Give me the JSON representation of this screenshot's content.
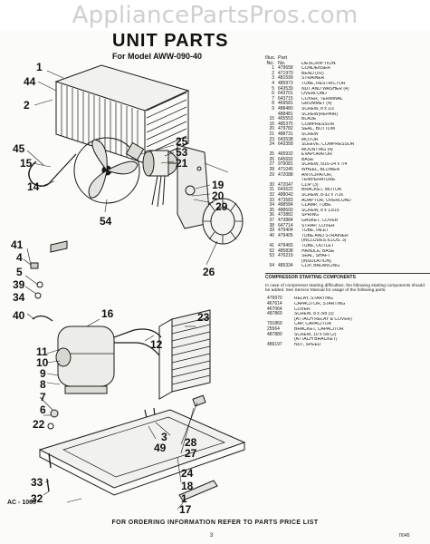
{
  "watermark": "AppliancePartsPros.com",
  "title": "UNIT PARTS",
  "subtitle": "For Model AWW-090-40",
  "table": {
    "header_line1": [
      "Illus.",
      "Part"
    ],
    "header_line2": [
      "No.",
      "No.",
      "DESCRIPTION"
    ],
    "rows": [
      [
        "1",
        "479658",
        "CONDENSER"
      ],
      [
        "2",
        "471970",
        "BEND (5V)"
      ],
      [
        "3",
        "481599",
        "STRAINER"
      ],
      [
        "4",
        "485973",
        "TUBE, RESTRICTOR"
      ],
      [
        "5",
        "643539",
        "NUT AND WASHER (4)"
      ],
      [
        "6",
        "643701",
        "OVERLOAD"
      ],
      [
        "7",
        "643715",
        "COVER, TERMINAL"
      ],
      [
        "8",
        "469581",
        "GROMMET (4)"
      ],
      [
        "9",
        "488480",
        "SCREW, 8 x 1/2"
      ],
      [
        "",
        "488481",
        "SCREW(REPAIR)"
      ],
      [
        "15",
        "465553",
        "BLADE"
      ],
      [
        "16",
        "485375",
        "COMPRESSOR"
      ],
      [
        "20",
        "479782",
        "SEAL, BOTTOM"
      ],
      [
        "21",
        "488731",
        "SCREW"
      ],
      [
        "23",
        "643538",
        "MOTOR"
      ],
      [
        "24",
        "643358",
        "SLEEVE, COMPRESSOR"
      ],
      [
        "",
        "",
        "MOUNTING (4)"
      ],
      [
        "25",
        "465932",
        "EVAPORATOR"
      ],
      [
        "26",
        "645692",
        "BASE"
      ],
      [
        "27",
        "979081",
        "SCREW, 5/16-24 x 7/4"
      ],
      [
        "28",
        "471045",
        "WHEEL, BLOWER"
      ],
      [
        "29",
        "472088",
        "ANTICIPATOR,"
      ],
      [
        "",
        "",
        "TEMPERATURE"
      ],
      [
        "30",
        "472047",
        "CLIP (3)"
      ],
      [
        "31",
        "643622",
        "BRACKET, MOTOR"
      ],
      [
        "32",
        "488042",
        "SCREW, 8-32 x 7/16"
      ],
      [
        "33",
        "473583",
        "ADAPTOR, OVERLOAD"
      ],
      [
        "34",
        "488584",
        "CLAMP, TUBE"
      ],
      [
        "35",
        "488600",
        "SCREW, 8 x 13/16"
      ],
      [
        "36",
        "473882",
        "SPRING"
      ],
      [
        "37",
        "473884",
        "GASKET, COVER"
      ],
      [
        "38",
        "647714",
        "STRAP, COVER"
      ],
      [
        "39",
        "479404",
        "TUBE, INLET"
      ],
      [
        "40",
        "479405",
        "TUBE AND STRAINER"
      ],
      [
        "",
        "",
        "(INCLUDES ILLUS. 3)"
      ],
      [
        "41",
        "479465",
        "TUBE, OUTLET"
      ],
      [
        "52",
        "485838",
        "HANDLE, BASE"
      ],
      [
        "53",
        "476219",
        "SEAL, SHAFT"
      ],
      [
        "",
        "",
        "(INSULATION)"
      ],
      [
        "54",
        "485334",
        "CLIP, BALANCING"
      ]
    ]
  },
  "section2_title": "COMPRESSOR STARTING COMPONENTS",
  "section2_note": "In case of compressor starting difficulties, the following starting components should be added. See Service Manual for usage of the following parts.",
  "section2_rows": [
    [
      "479970",
      "RELAY, STARTING"
    ],
    [
      "467614",
      "CAPACITOR, STARTING"
    ],
    [
      "467064",
      "COVER"
    ],
    [
      "487869",
      "SCREW, 8 x 3/8 (3)"
    ],
    [
      "",
      "(ATTACH RELAY & COVER)"
    ],
    [
      "791869",
      "CAP, CAPACITOR"
    ],
    [
      "25564",
      "BRACKET, CAPACITOR"
    ],
    [
      "487880",
      "SCREW, 10 x 5/8 (2)"
    ],
    [
      "",
      "(ATTACH BRACKET)"
    ],
    [
      "486197",
      "NUT, SPEED"
    ]
  ],
  "callouts": [
    "1",
    "44",
    "2",
    "45",
    "15",
    "14",
    "25",
    "53",
    "21",
    "19",
    "20",
    "29",
    "54",
    "26",
    "41",
    "4",
    "5",
    "39",
    "34",
    "40",
    "16",
    "23",
    "12",
    "11",
    "10",
    "9",
    "8",
    "7",
    "6",
    "3",
    "22",
    "49",
    "28",
    "27",
    "33",
    "32",
    "24",
    "18",
    "1",
    "17"
  ],
  "ac_number": "AC - 1065",
  "footer": "FOR ORDERING INFORMATION REFER TO PARTS PRICE LIST",
  "page_number": "3",
  "doc_code": "7/045"
}
